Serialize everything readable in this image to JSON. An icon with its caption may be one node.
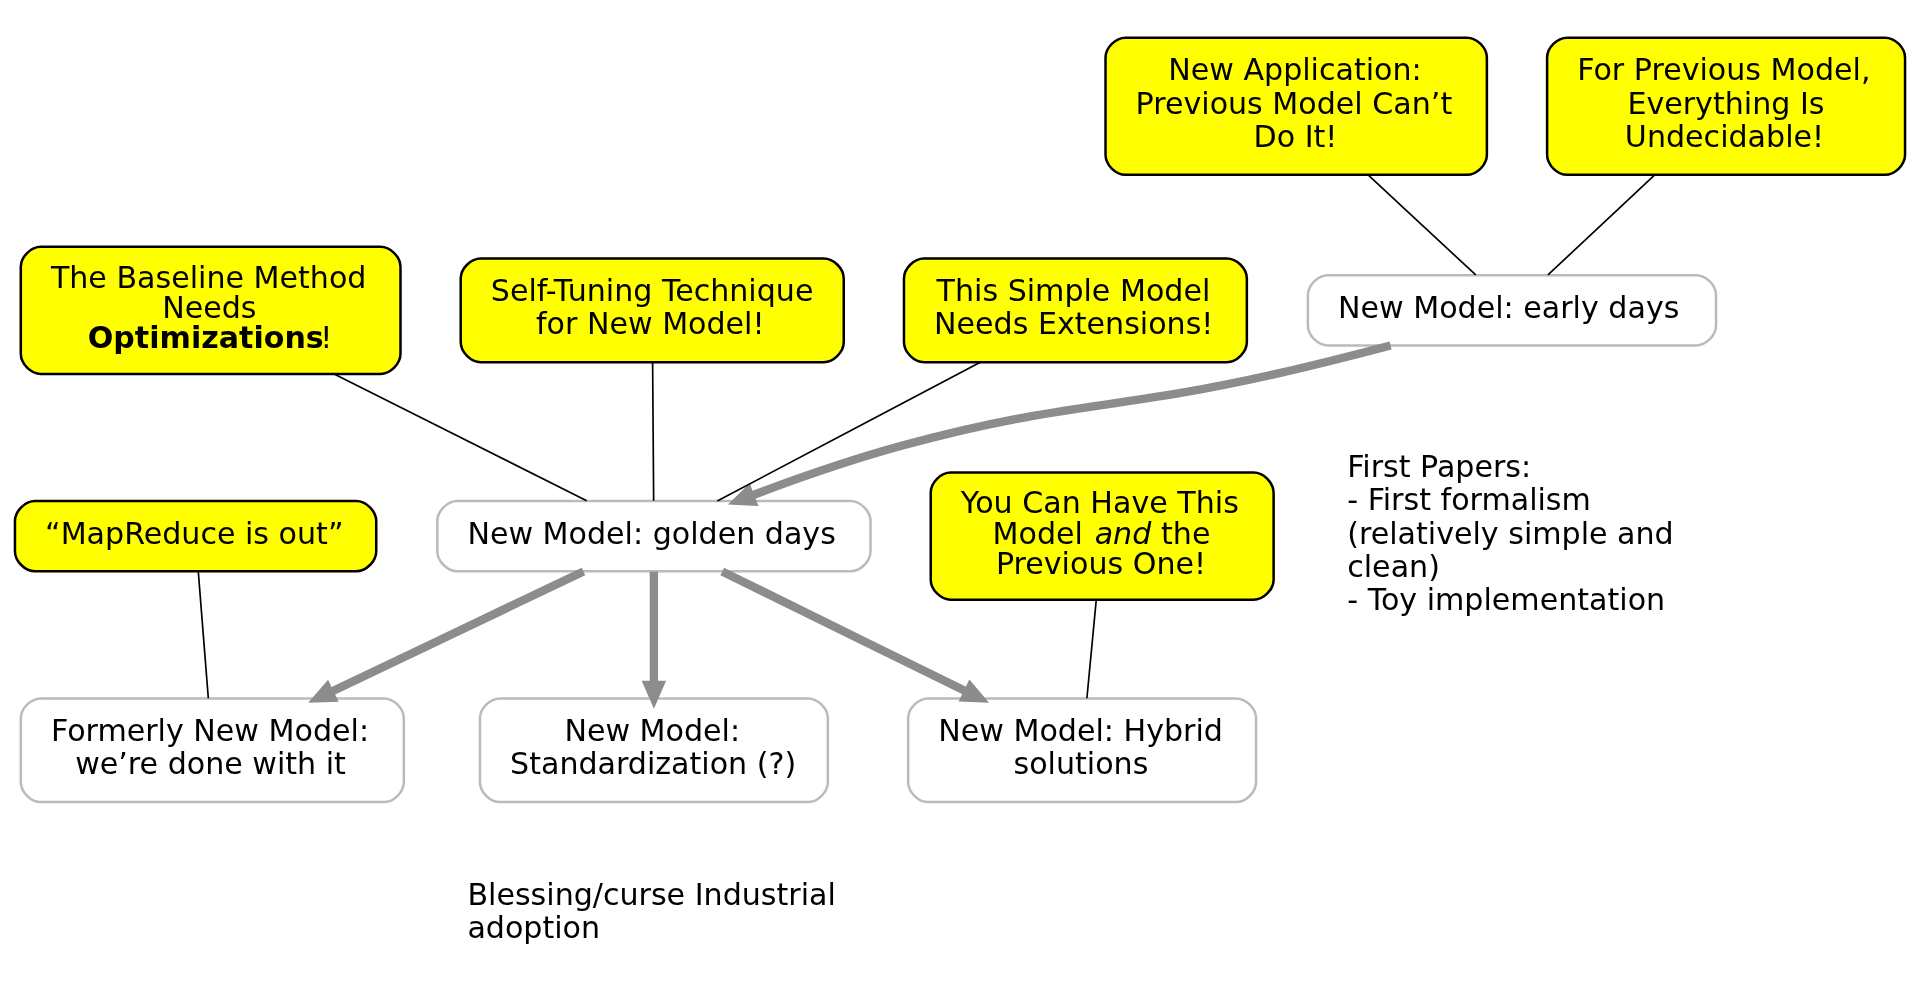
{
  "diagram": {
    "nodes": [
      {
        "text": [
          "New Model: early days"
        ],
        "beside": [
          "First Papers: - First formalism (relatively simple and clean) - Toy implementation"
        ]
      },
      {
        "text": [
          "New Application: Previous Model Can’t Do It!"
        ]
      },
      {
        "text": [
          "For Previous Model, Everything Is Undecidable!"
        ]
      },
      {
        "text": [
          "New Model: golden days"
        ]
      },
      {
        "text": [
          "This Simple Model Needs Extensions!"
        ]
      },
      {
        "text": [
          "The Baseline Method Needs **Optimizations**!"
        ]
      },
      {
        "text": [
          "Self-Tuning Technique for New Model!"
        ]
      },
      {
        "text": [
          "Formerly New Model: we’re done with it"
        ]
      },
      {
        "text": [
          "“MapReduce is out”"
        ]
      },
      {
        "text": [
          "New Model: Hybrid solutions"
        ]
      },
      {
        "text": [
          "You Can Have This Model *and* the Previous One!"
        ]
      },
      {
        "text": [
          "New Model: Standardization (?)"
        ],
        "beside": [
          "Blessing/curse Industrial adoption"
        ]
      }
    ],
    "edges": [
      {
        "from": 0,
        "to": 3,
        "arrow": "to",
        "style": "thick",
        "color": "#8c8c8c"
      },
      {
        "from": 3,
        "to": 7,
        "arrow": "to",
        "style": "thick",
        "color": "#8c8c8c"
      },
      {
        "from": 3,
        "to": 9,
        "arrow": "to",
        "style": "thick",
        "color": "#8c8c8c"
      },
      {
        "from": 3,
        "to": 11,
        "arrow": "to",
        "style": "thick",
        "color": "#8c8c8c"
      },
      {
        "from": 1,
        "to": 0,
        "arrow": "none"
      },
      {
        "from": 2,
        "to": 0,
        "arrow": "none"
      },
      {
        "from": 4,
        "to": 3,
        "arrow": "none"
      },
      {
        "from": 5,
        "to": 3,
        "arrow": "none"
      },
      {
        "from": 6,
        "to": 3,
        "arrow": "none"
      },
      {
        "from": 8,
        "to": 7,
        "arrow": "none"
      },
      {
        "from": 10,
        "to": 9,
        "arrow": "none"
      }
    ]
  }
}
